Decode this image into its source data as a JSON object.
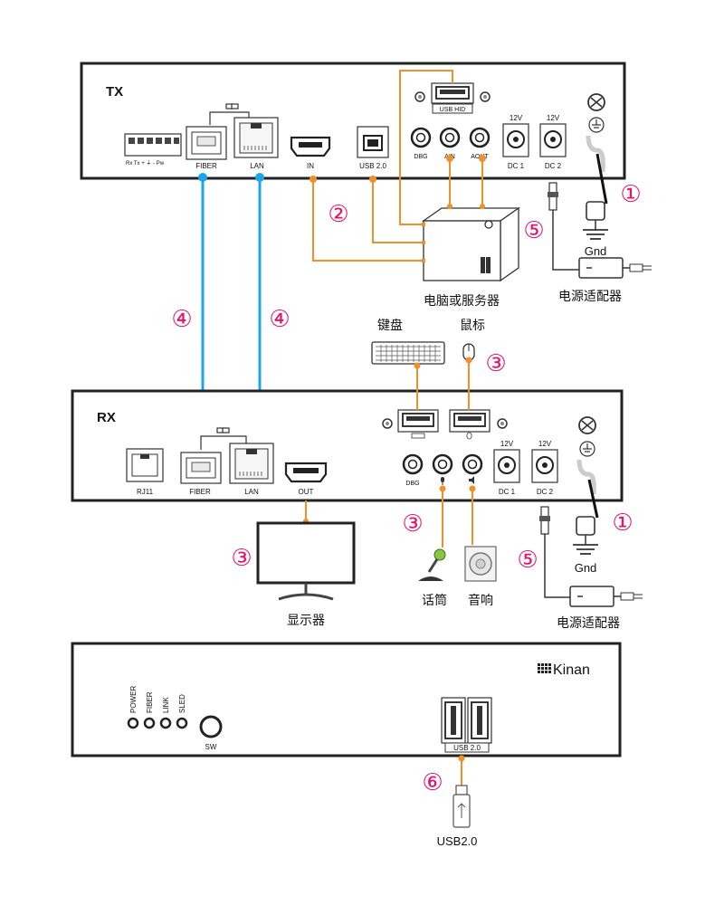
{
  "tx": {
    "title": "TX",
    "ports": {
      "terminal": "Rx  Tx  +  ⏚  -  Pw",
      "fiber": "FIBER",
      "lan": "LAN",
      "in": "IN",
      "usb20": "USB 2.0",
      "usb_hid": "USB HID",
      "dbg": "DBG",
      "ain": "AIN",
      "aout": "AOUT",
      "dc1": "DC 1",
      "dc2": "DC 2",
      "dc1_v": "12V",
      "dc2_v": "12V"
    }
  },
  "rx": {
    "title": "RX",
    "ports": {
      "rj11": "RJ11",
      "fiber": "FIBER",
      "lan": "LAN",
      "out": "OUT",
      "dbg": "DBG",
      "dc1": "DC 1",
      "dc2": "DC 2",
      "dc1_v": "12V",
      "dc2_v": "12V"
    }
  },
  "front": {
    "brand": "Kinan",
    "leds": [
      "POWER",
      "FIBER",
      "LINK",
      "SLED"
    ],
    "sw": "SW",
    "usb": "USB 2.0"
  },
  "devices": {
    "computer": "电脑或服务器",
    "keyboard": "键盘",
    "mouse": "鼠标",
    "monitor": "显示器",
    "mic": "话筒",
    "speaker": "音响",
    "adapter_tx": "电源适配器",
    "adapter_rx": "电源适配器",
    "gnd_tx": "Gnd",
    "gnd_rx": "Gnd",
    "usb_drive": "USB2.0"
  },
  "markers": {
    "m1": "①",
    "m2": "②",
    "m3": "③",
    "m4": "④",
    "m5": "⑤",
    "m6": "⑥"
  },
  "colors": {
    "orange": "#f0902a",
    "blue": "#1aa7e8",
    "marker": "#e6126b",
    "panel": "#222222"
  }
}
